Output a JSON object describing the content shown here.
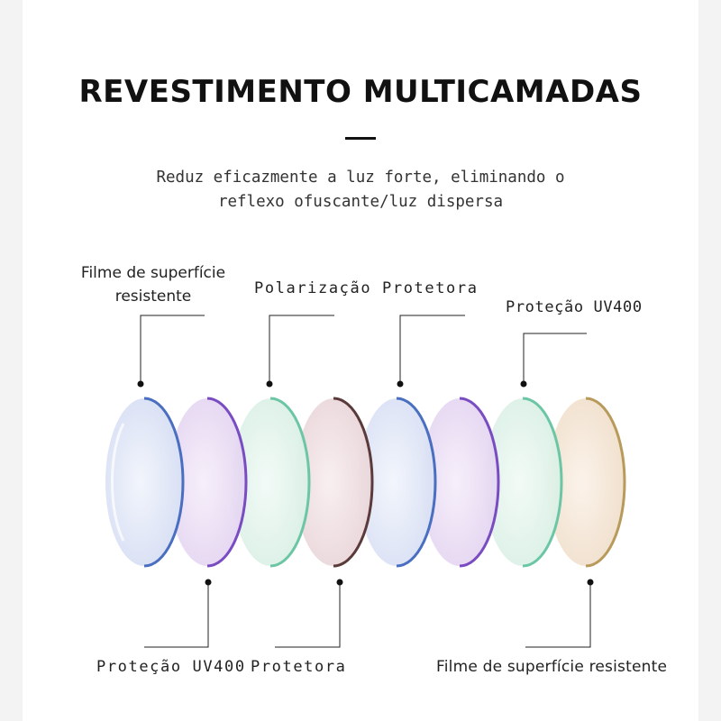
{
  "title": "REVESTIMENTO MULTICAMADAS",
  "subtitle": {
    "line1": "Reduz eficazmente a luz forte, eliminando o",
    "line2": "reflexo ofuscante/luz dispersa"
  },
  "labels": {
    "top1_line1": "Filme de superfície",
    "top1_line2": "resistente",
    "top2": "Polarização Protetora",
    "top3": "Proteção UV400",
    "bottom1": "Proteção UV400",
    "bottom2": "Protetora",
    "bottom3": "Filme de superfície resistente"
  },
  "colors": {
    "lens_1": "#dfe6f7",
    "edge_1": "#4a6fc0",
    "lens_2": "#ece0f4",
    "edge_2": "#7a4cc2",
    "lens_3": "#e3f4ec",
    "edge_3": "#6cc6a6",
    "lens_4": "#f0e0e2",
    "edge_4": "#5a3a3a",
    "lens_5": "#dfe6f7",
    "edge_5": "#4a6fc0",
    "lens_6": "#ece0f4",
    "edge_6": "#7a4cc2",
    "lens_7": "#e3f4ec",
    "edge_7": "#6cc6a6",
    "lens_8": "#f6e9dc",
    "edge_8": "#b89a5a"
  }
}
